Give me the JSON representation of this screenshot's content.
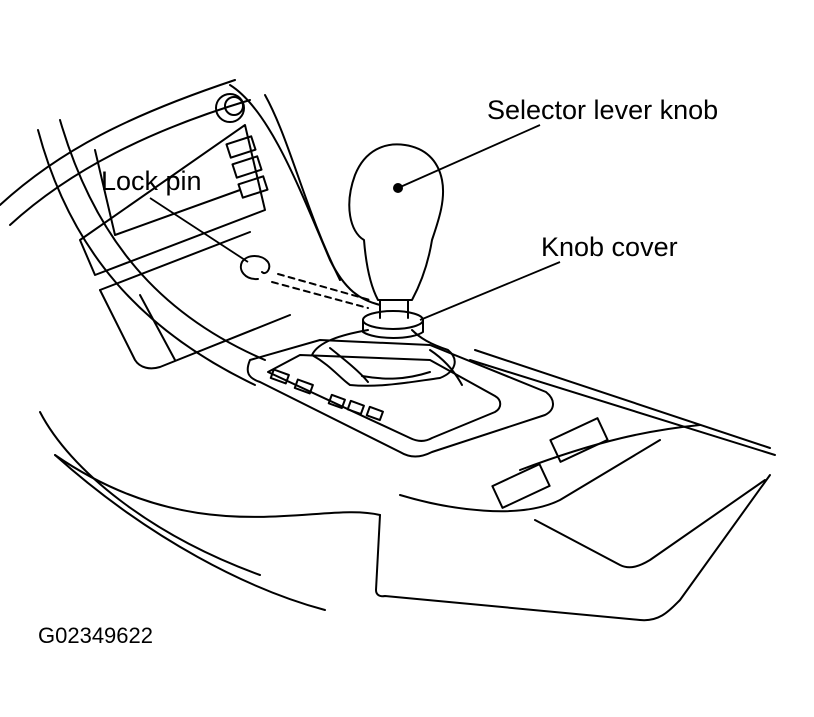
{
  "labels": {
    "selector_lever_knob": "Selector lever knob",
    "lock_pin": "Lock pin",
    "knob_cover": "Knob cover"
  },
  "figure_id": "G02349622",
  "colors": {
    "ink": "#000000",
    "paper": "#ffffff"
  }
}
